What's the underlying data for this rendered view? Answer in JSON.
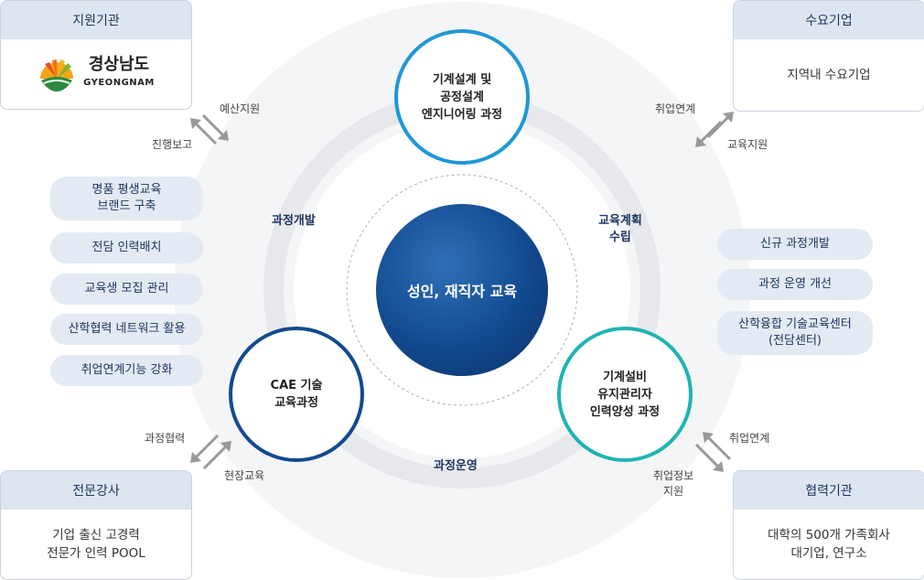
{
  "center": {
    "label": "성인, 재직자 교육"
  },
  "nodes": {
    "top": "기계설계 및\n공정설계\n엔지니어링 과정",
    "left": "CAE 기술\n교육과정",
    "right": "기계설비\n유지관리자\n인력양성 과정"
  },
  "ring_labels": {
    "left": "과정개발",
    "right": "교육계획\n수립",
    "bottom": "과정운영"
  },
  "boxes": {
    "top_left": {
      "title": "지원기관",
      "logo_name": "경상남도",
      "logo_sub": "GYEONGNAM"
    },
    "top_right": {
      "title": "수요기업",
      "body": "지역내 수요기업"
    },
    "bottom_left": {
      "title": "전문강사",
      "body": "기업 출신 고경력\n전문가 인력 POOL"
    },
    "bottom_right": {
      "title": "협력기관",
      "body": "대학의 500개 가족회사\n대기업, 연구소"
    }
  },
  "flows": {
    "tl_out": "예산지원",
    "tl_in": "진행보고",
    "tr_out": "취업연계",
    "tr_in": "교육지원",
    "bl_out": "과정협력",
    "bl_in": "현장교육",
    "br_out": "취업연계",
    "br_in": "취업정보\n지원"
  },
  "left_pills": [
    "명품 평생교육\n브랜드 구축",
    "전담 인력배치",
    "교육생 모집 관리",
    "산학협력 네트워크 활용",
    "취업연계기능 강화"
  ],
  "right_pills": [
    "신규 과정개발",
    "과정 운영 개선",
    "산학융합 기술교육센터\n(전담센터)"
  ],
  "colors": {
    "node_top": "#1f97d6",
    "node_left": "#124a8f",
    "node_right": "#1fb3b3",
    "center": "#124a8f",
    "ring": "#e6e8eb",
    "pill": "#e3eaf3"
  }
}
